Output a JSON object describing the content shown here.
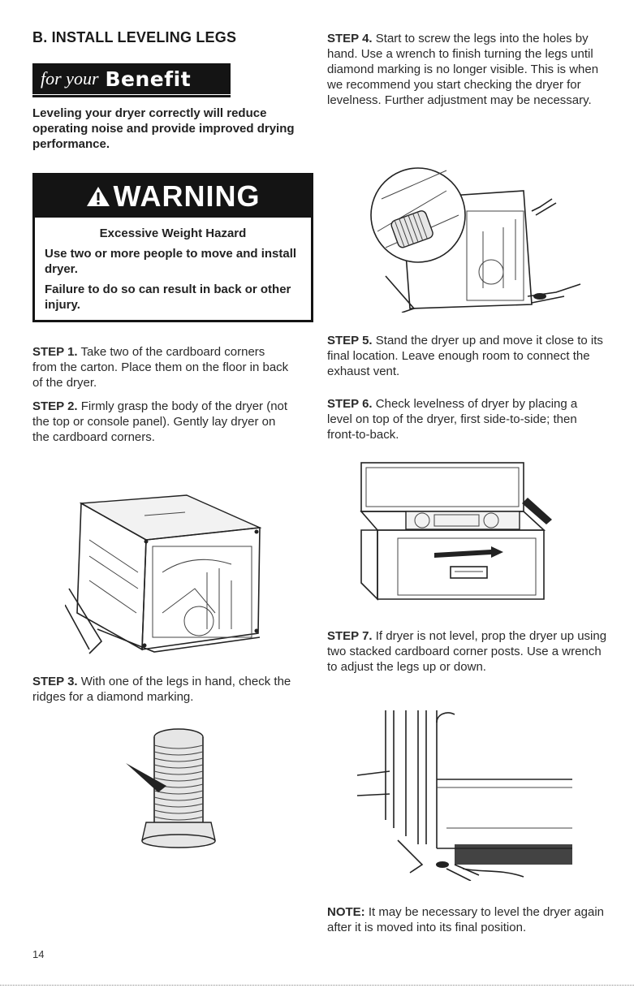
{
  "section": {
    "heading": "B. INSTALL LEVELING LEGS"
  },
  "benefit": {
    "for_your": "for your",
    "word": "Benefit",
    "text": "Leveling your dryer correctly will reduce operating noise and provide improved drying performance."
  },
  "warning": {
    "title": "WARNING",
    "hazard": "Excessive Weight Hazard",
    "line1": "Use two or more people to move and install dryer.",
    "line2": "Failure to do so can result in back or other injury."
  },
  "steps": [
    {
      "label": "STEP 1.",
      "text": "Take two of the cardboard corners from the carton. Place them on the floor in back of the dryer."
    },
    {
      "label": "STEP 2.",
      "text": "Firmly grasp the body of the dryer (not the top or console panel). Gently lay dryer on the cardboard corners."
    },
    {
      "label": "STEP 3.",
      "text": "With one of the legs in hand, check the ridges for a diamond marking."
    },
    {
      "label": "STEP 4.",
      "text": "Start to screw the legs into the holes by hand. Use a wrench to finish turning the legs until diamond marking is no longer visible. This is when we recommend you start checking the dryer for levelness. Further adjustment may be necessary."
    },
    {
      "label": "STEP 5.",
      "text": "Stand the dryer up and move it close to its final location. Leave enough room to connect the exhaust vent."
    },
    {
      "label": "STEP 6.",
      "text": "Check levelness of dryer by placing a level on top of the dryer, first side-to-side; then front-to-back."
    },
    {
      "label": "STEP 7.",
      "text": "If dryer is not level, prop the dryer up using two stacked cardboard corner posts. Use a wrench to adjust the legs up or down."
    }
  ],
  "note": {
    "label": "NOTE:",
    "text": "It may be necessary to level the dryer again after it is moved into its final position."
  },
  "page_number": "14"
}
